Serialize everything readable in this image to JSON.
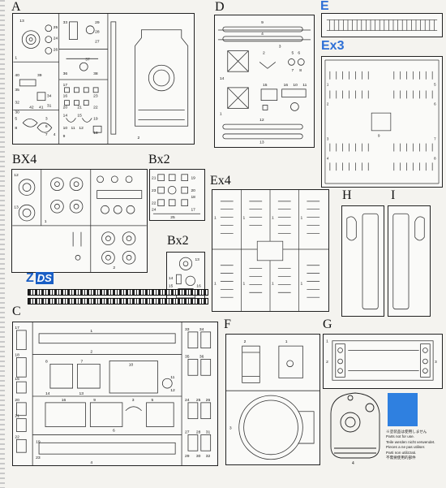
{
  "sprue_labels": {
    "a": "A",
    "d": "D",
    "e": "E",
    "ex3": "Ex3",
    "bx4": "BX4",
    "bx2_top": "Bx2",
    "bx2_small": "Bx2",
    "ex4": "Ex4",
    "h": "H",
    "i": "I",
    "c": "C",
    "f": "F",
    "g": "G"
  },
  "logo": {
    "letter": "Z",
    "mark": "DS"
  },
  "notice_lines": [
    "※塗装品は使用しません",
    "Parts not for use.",
    "Teile werden nicht verwendet.",
    "Pieces a ne pas utiliser.",
    "Parti non utilizzati.",
    "不需要使用的部件"
  ],
  "colors": {
    "label_blue": "#2d6fd6",
    "swatch_blue": "#2f80e0",
    "logo_blue": "#1a5ec4"
  },
  "part_numbers": {
    "a": [
      "13",
      "25",
      "24",
      "26",
      "33",
      "29",
      "28",
      "27",
      "1",
      "37",
      "36",
      "38",
      "39",
      "17",
      "23",
      "16",
      "40",
      "35",
      "20",
      "21",
      "22",
      "14",
      "15",
      "32",
      "34",
      "30",
      "31",
      "19",
      "18",
      "5",
      "8",
      "42",
      "41",
      "10",
      "11",
      "12",
      "9",
      "3",
      "6",
      "7",
      "4",
      "2"
    ],
    "d": [
      "9",
      "4",
      "3",
      "2",
      "5",
      "6",
      "7",
      "8",
      "15",
      "16",
      "10",
      "11",
      "14",
      "1",
      "12",
      "13"
    ],
    "bx4": [
      "1",
      "2",
      "12",
      "13"
    ],
    "bx2_top": [
      "21",
      "19",
      "23",
      "20",
      "18",
      "22",
      "24",
      "17",
      "25"
    ],
    "bx2_small": [
      "13",
      "14",
      "15",
      "16",
      "11"
    ],
    "ex4": [
      "1",
      "1",
      "1",
      "1",
      "1",
      "1",
      "1",
      "1"
    ],
    "c": [
      "1",
      "3",
      "4",
      "2",
      "5",
      "6",
      "7",
      "8",
      "9",
      "10",
      "11",
      "12",
      "13",
      "14",
      "15",
      "16",
      "17",
      "18",
      "19",
      "20",
      "21",
      "22",
      "23",
      "24",
      "25",
      "26",
      "27",
      "28",
      "29",
      "30",
      "31",
      "32",
      "33",
      "34",
      "35",
      "36"
    ],
    "f": [
      "2",
      "1",
      "3"
    ],
    "g": [
      "1",
      "2",
      "3",
      "4"
    ],
    "ex3": [
      "1",
      "2",
      "3",
      "4",
      "5",
      "6",
      "7",
      "8",
      "9"
    ]
  }
}
